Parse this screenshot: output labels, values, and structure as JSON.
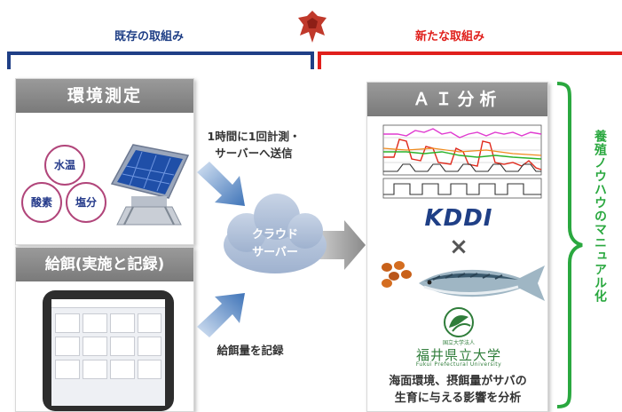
{
  "headers": {
    "existing": "既存の取組み",
    "new": "新たな取組み"
  },
  "colors": {
    "blue": "#1f3f86",
    "red": "#e0201c",
    "green": "#2aa83f",
    "panel_title": "#8a8a8a"
  },
  "left_panel": {
    "env_title": "環境測定",
    "badges": [
      "水温",
      "酸素",
      "塩分"
    ],
    "feed_title": "給餌(実施と記録)"
  },
  "flow": {
    "measure_note": [
      "1時間に1回計測・",
      "サーバーへ送信"
    ],
    "feed_note": "給餌量を記録",
    "cloud": [
      "クラウド",
      "サーバー"
    ]
  },
  "ai_panel": {
    "title": "ＡＩ分析",
    "kddi_logo": "KDDI",
    "cross": "×",
    "fish_icon": "mackerel-icon",
    "univ_small": "国立大学法人",
    "univ_name": "福井県立大学",
    "univ_en": "Fukui Prefectural University",
    "caption": [
      "海面環境、摂餌量がサバの",
      "生育に与える影響を分析"
    ]
  },
  "result": "養殖ノウハウのマニュアル化"
}
